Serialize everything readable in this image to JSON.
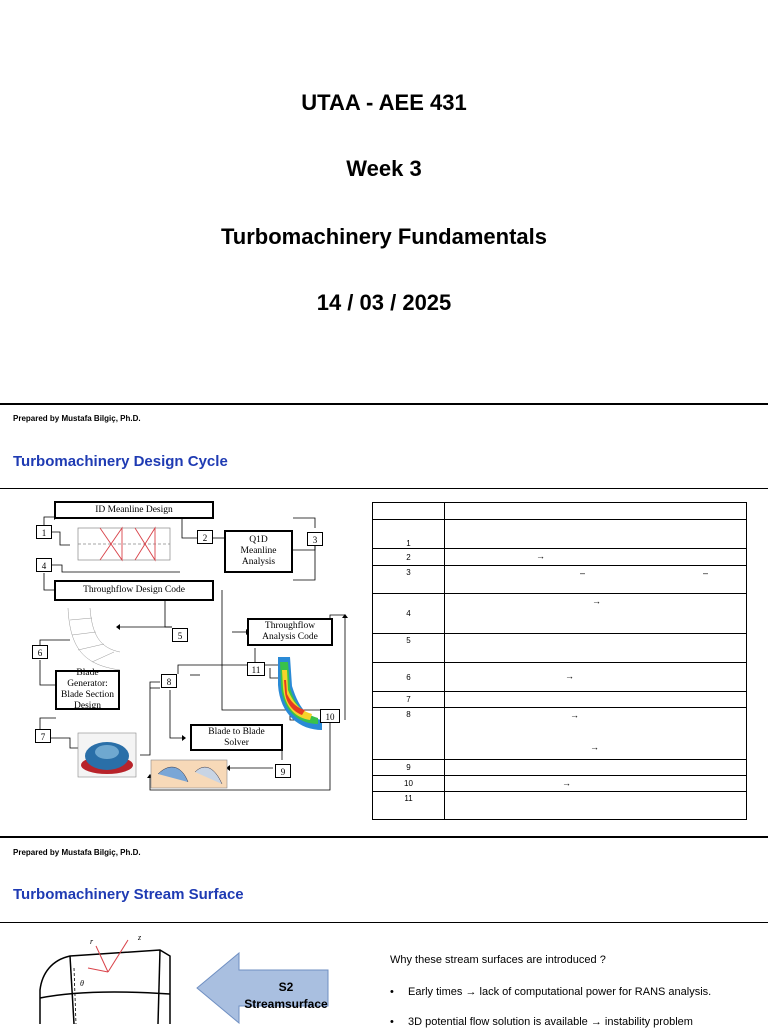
{
  "title_slide": {
    "course": "UTAA - AEE 431",
    "week": "Week 3",
    "topic": "Turbomachinery Fundamentals",
    "date": "14 / 03 / 2025"
  },
  "slide2": {
    "prepared_by": "Prepared by Mustafa Bilgiç, Ph.D.",
    "heading": "Turbomachinery Design Cycle",
    "diagram": {
      "meanline_design": "ID Meanline Design",
      "q1d_meanline": [
        "Q1D",
        "Meanline",
        "Analysis"
      ],
      "throughflow_design": "Throughflow Design Code",
      "throughflow_analysis": [
        "Throughflow",
        "Analysis Code"
      ],
      "blade_generator": [
        "Blade Generator:",
        "Blade Section",
        "Design"
      ],
      "blade_to_blade": [
        "Blade to Blade",
        "Solver"
      ],
      "numbers": [
        "1",
        "2",
        "3",
        "4",
        "5",
        "6",
        "7",
        "8",
        "9",
        "10",
        "11"
      ]
    },
    "table": {
      "rows": [
        {
          "num": "1"
        },
        {
          "num": "2"
        },
        {
          "num": "3"
        },
        {
          "num": "4"
        },
        {
          "num": "5"
        },
        {
          "num": "6"
        },
        {
          "num": "7"
        },
        {
          "num": "8"
        },
        {
          "num": "9"
        },
        {
          "num": "10"
        },
        {
          "num": "11"
        }
      ],
      "arrow_symbol": "→",
      "dash_symbol": "–"
    }
  },
  "slide3": {
    "prepared_by": "Prepared by Mustafa Bilgiç, Ph.D.",
    "heading": "Turbomachinery Stream Surface",
    "arrow_label": [
      "S2",
      "Streamsurface"
    ],
    "axis_labels": {
      "r": "r",
      "z": "z",
      "theta": "θ"
    },
    "question": "Why these stream surfaces are introduced ?",
    "bullets": [
      "Early times → lack of computational power for RANS analysis.",
      "3D potential flow solution is available → instability problem"
    ]
  }
}
